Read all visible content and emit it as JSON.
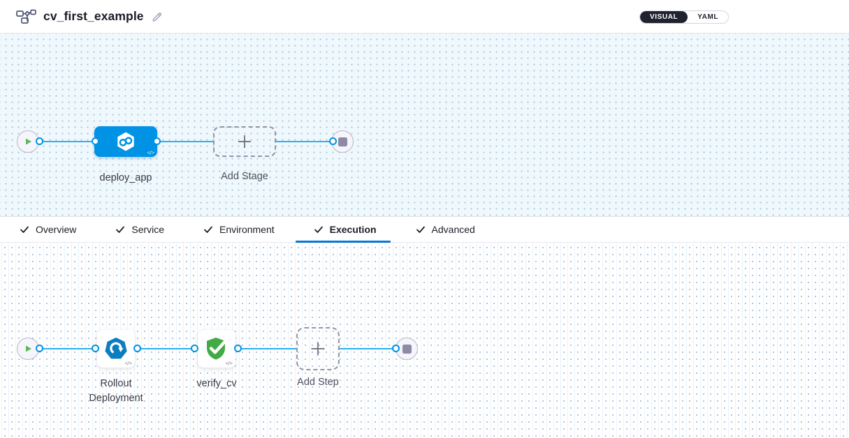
{
  "header": {
    "title": "cv_first_example",
    "view_toggle": {
      "visual": "VISUAL",
      "yaml": "YAML",
      "selected": "VISUAL"
    }
  },
  "tabs": [
    {
      "label": "Overview",
      "checked": true,
      "active": false
    },
    {
      "label": "Service",
      "checked": true,
      "active": false
    },
    {
      "label": "Environment",
      "checked": true,
      "active": false
    },
    {
      "label": "Execution",
      "checked": true,
      "active": true
    },
    {
      "label": "Advanced",
      "checked": true,
      "active": false
    }
  ],
  "stage_pipeline": {
    "start_node": "play",
    "stages": [
      {
        "name": "deploy_app",
        "icon": "cd-infinity-hexagon-icon"
      }
    ],
    "add_stage_label": "Add Stage",
    "end_node": "stop"
  },
  "execution_pipeline": {
    "start_node": "play",
    "steps": [
      {
        "name": "Rollout Deployment",
        "icon": "k8s-rollout-icon"
      },
      {
        "name": "verify_cv",
        "icon": "verify-shield-check-icon"
      }
    ],
    "add_step_label": "Add Step",
    "end_node": "stop"
  },
  "icons": {
    "code": "</>"
  },
  "colors": {
    "stage_node_bg": "#0092e4",
    "flow_line": "#2bb0f0",
    "connector_ring": "#0092e4",
    "tab_underline": "#0278d5",
    "verify_green": "#42ab45",
    "play_green": "#5cb85c",
    "stop_gray": "#8d8aa5",
    "toggle_selected_bg": "#20222f"
  }
}
